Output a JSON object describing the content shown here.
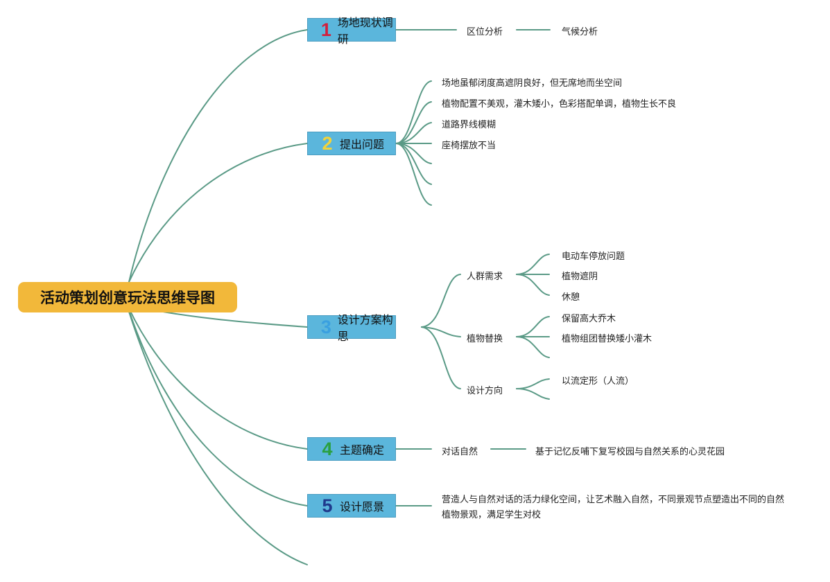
{
  "root": {
    "label": "活动策划创意玩法思维导图"
  },
  "topics": [
    {
      "number": "1",
      "label": "场地现状调研",
      "number_color": "#d21f3c",
      "children": [
        "区位分析",
        "气候分析"
      ]
    },
    {
      "number": "2",
      "label": "提出问题",
      "number_color": "#f2d33a",
      "children": [
        "场地虽郁闭度高遮阴良好，但无席地而坐空间",
        "植物配置不美观，灌木矮小，色彩搭配单调，植物生长不良",
        "道路界线模糊",
        "座椅摆放不当"
      ]
    },
    {
      "number": "3",
      "label": "设计方案构思",
      "number_color": "#3aa0e0",
      "children": [
        {
          "label": "人群需求",
          "children": [
            "电动车停放问题",
            "植物遮阴",
            "休憩"
          ]
        },
        {
          "label": "植物替换",
          "children": [
            "保留高大乔木",
            "植物组团替换矮小灌木"
          ]
        },
        {
          "label": "设计方向",
          "children": [
            "以流定形（人流）"
          ]
        }
      ]
    },
    {
      "number": "4",
      "label": "主题确定",
      "number_color": "#2aa040",
      "children": [
        "对话自然",
        "基于记忆反哺下复写校园与自然关系的心灵花园"
      ]
    },
    {
      "number": "5",
      "label": "设计愿景",
      "number_color": "#1f3a8c",
      "children": [
        "营造人与自然对话的活力绿化空间，让艺术融入自然，不同景观节点塑造出不同的自然植物景观，满足学生对校"
      ]
    }
  ],
  "colors": {
    "link": "#5a9a86",
    "root_fill": "#f2b83a",
    "topic_fill": "#5bb6dc"
  }
}
